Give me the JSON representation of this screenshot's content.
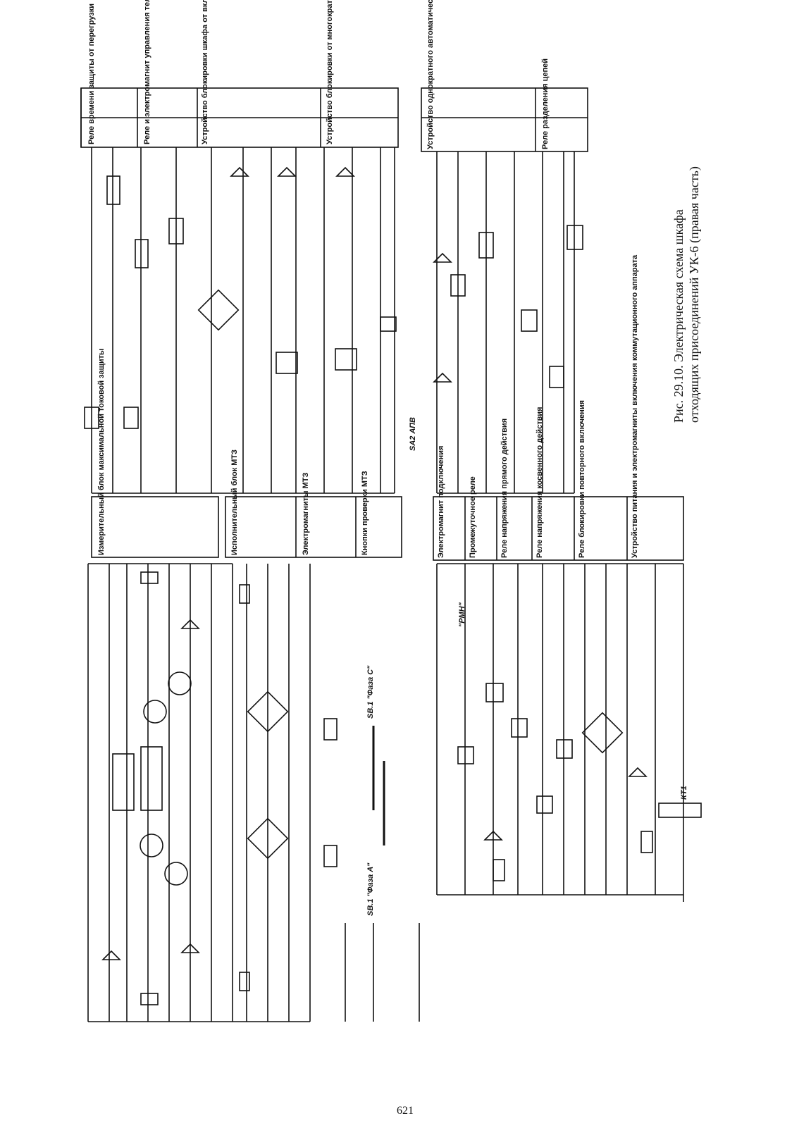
{
  "caption": {
    "line1": "Рис. 29.10. Электрическая схема шкафа",
    "line2": "отходящих присоединений УК-6 (правая часть)"
  },
  "page_number": "621",
  "upper_right_blocks": [
    "Реле времени защиты от перегрузки",
    "Реле и электромагнит управления тележками",
    "Устройство блокировки шкафа от включенного заземлителя от токов короткого замыкания",
    "Устройство блокировки от многократных включений"
  ],
  "apv_blocks": [
    "Устройство однократного автоматического повторного включения (АПВ)",
    "Реле разделения цепей"
  ],
  "mtz_blocks": [
    "Измерительный блок максимальной токовой защиты",
    "Исполнительный блок МТЗ",
    "Электромагниты МТЗ",
    "Кнопки проверки МТЗ"
  ],
  "lower_blocks": [
    "Электромагнит подключения",
    "Промежуточное реле",
    "Реле напряжения прямого действия",
    "Реле напряжения косвенного действия",
    "Реле блокировки повторного включения",
    "Устройство питания и электромагниты включения коммутационного аппарата"
  ],
  "component_labels": {
    "phase_a": "SB.1 \"Фаза А\"",
    "phase_c": "SB.1 \"Фаза С\"",
    "apv": "SA2 АПВ",
    "rmn": "\"РМН\"",
    "kt1": "КТ1"
  }
}
